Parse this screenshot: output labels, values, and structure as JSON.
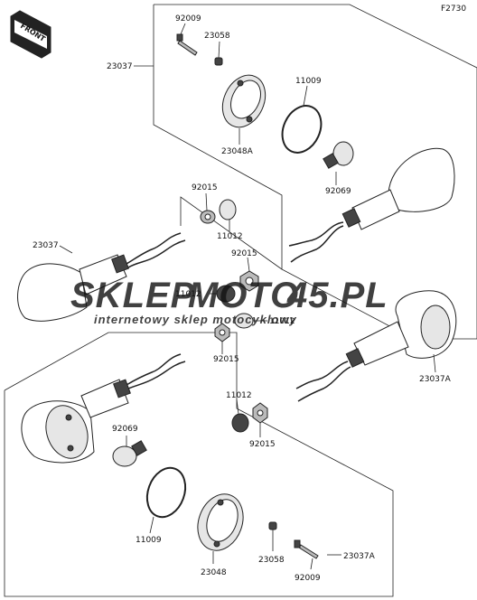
{
  "diagram_code": "F2730",
  "front_label": "FRONT",
  "watermark": {
    "brand_left": "SKLEP",
    "brand_mid": "MOTO",
    "brand_right": "45.PL",
    "tagline": "internetowy sklep motocyklowy",
    "color_red": "#c8101e",
    "color_gray": "#9a9a9a"
  },
  "labels": {
    "p92009_top": "92009",
    "p23058_top": "23058",
    "p23037_top": "23037",
    "p11009_top": "11009",
    "p23048A": "23048A",
    "p92069_top": "92069",
    "p92015_a": "92015",
    "p11012_a": "11012",
    "p23037_left": "23037",
    "p92015_b": "92015",
    "p11012_b": "11012",
    "p11012_c": "11012",
    "p92015_c": "92015",
    "p23037A_right": "23037A",
    "p11012_d": "11012",
    "p92015_d": "92015",
    "p92069_bottom": "92069",
    "p11009_bottom": "11009",
    "p23048": "23048",
    "p23058_bottom": "23058",
    "p23037A_bottom": "23037A",
    "p92009_bottom": "92009"
  }
}
